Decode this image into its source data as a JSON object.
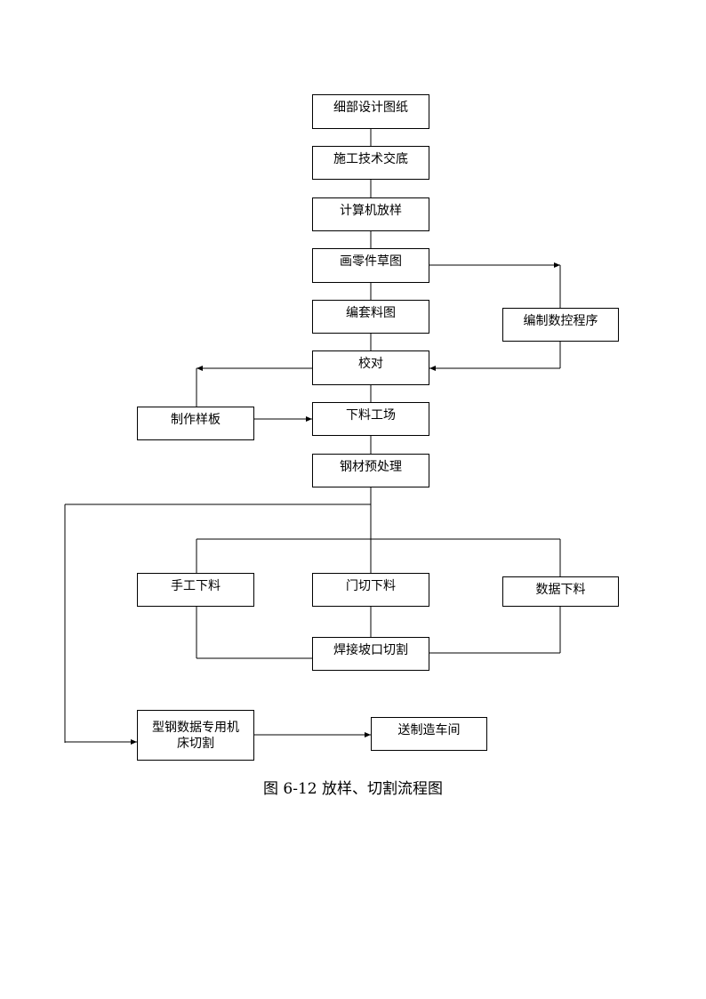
{
  "flowchart": {
    "nodes": {
      "detail_design": "细部设计图纸",
      "tech_briefing": "施工技术交底",
      "computer_lofting": "计算机放样",
      "parts_sketch": "画零件草图",
      "nesting_drawing": "编套料图",
      "nc_programming": "编制数控程序",
      "check": "校对",
      "make_template": "制作样板",
      "cutting_yard": "下料工场",
      "steel_pretreatment": "钢材预处理",
      "manual_cutting": "手工下料",
      "gantry_cutting": "门切下料",
      "nc_cutting": "数据下料",
      "weld_bevel_cutting": "焊接坡口切割",
      "section_steel_nc_cutting": "型钢数据专用机床切割",
      "send_to_workshop": "送制造车间"
    },
    "caption": "图 6-12  放样、切割流程图"
  }
}
